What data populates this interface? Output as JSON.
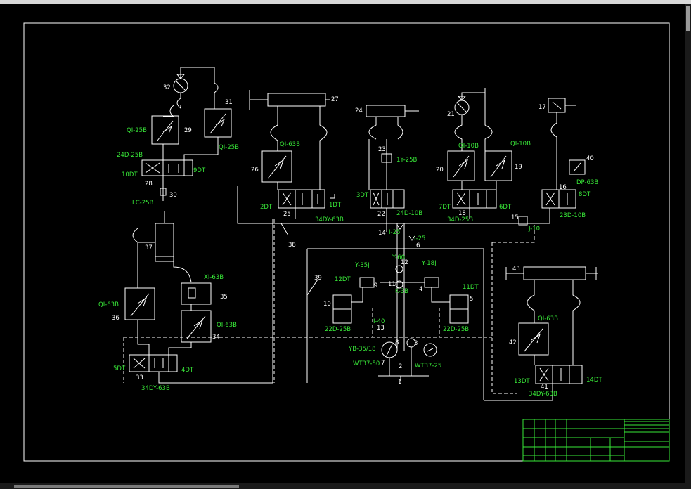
{
  "labels": {
    "qi25b_l": "QI-25B",
    "qi25b_r": "QI-25B",
    "d24_25b": "24D-25B",
    "dt10": "10DT",
    "dt9": "9DT",
    "lc25b": "LC-25B",
    "qi63b_26": "QI-63B",
    "dt2": "2DT",
    "dt1": "1DT",
    "d34dy63b_top": "34DY-63B",
    "y25b": "1Y-25B",
    "dt3": "3DT",
    "d24_10b": "24D-10B",
    "qi10b_l": "QI-10B",
    "qi10b_r": "QI-10B",
    "dt7": "7DT",
    "dt6": "6DT",
    "d34_25b": "34D-25B",
    "dp63b": "DP-63B",
    "dt8": "8DT",
    "d23_10b": "23D-10B",
    "j10": "J-10",
    "i25_a": "I-25",
    "i25_b": "I-25",
    "y60": "Y-60",
    "y35j": "Y-35J",
    "y18j": "Y-18J",
    "dt12": "12DT",
    "dt11": "11DT",
    "d22_l": "22D-25B",
    "d22_r": "22D-25B",
    "k3b": "K-3B",
    "i40": "I-40",
    "yb": "YB-35/18",
    "wt50": "WT37-50",
    "wt25": "WT37-25",
    "xi63b": "XI-63B",
    "qi63b_36": "QI-63B",
    "qi63b_34": "QI-63B",
    "dt5": "5DT",
    "dt4": "4DT",
    "d34dy63b_bot": "34DY-63B",
    "qi63b_42": "QI-63B",
    "dt13": "13DT",
    "dt14": "14DT",
    "d34dy63b_r": "34DY-63B"
  },
  "numbers": {
    "n1": "1",
    "n2": "2",
    "n3": "3",
    "n4": "4",
    "n5": "5",
    "n6": "6",
    "n7": "7",
    "n8": "8",
    "n9": "9",
    "n10": "10",
    "n11": "11",
    "n12": "12",
    "n13": "13",
    "n14": "14",
    "n15": "15",
    "n16": "16",
    "n17": "17",
    "n18": "18",
    "n19": "19",
    "n20": "20",
    "n21": "21",
    "n22": "22",
    "n23": "23",
    "n24": "24",
    "n25": "25",
    "n26": "26",
    "n27": "27",
    "n28": "28",
    "n29": "29",
    "n30": "30",
    "n31": "31",
    "n32": "32",
    "n33": "33",
    "n34": "34",
    "n35": "35",
    "n36": "36",
    "n37": "37",
    "n38": "38",
    "n39": "39",
    "n40": "40",
    "n41": "41",
    "n42": "42",
    "n43": "43"
  },
  "colors": {
    "background": "#000000",
    "line": "#ffffff",
    "label": "#38e838",
    "tiny_text": "#e05050"
  }
}
